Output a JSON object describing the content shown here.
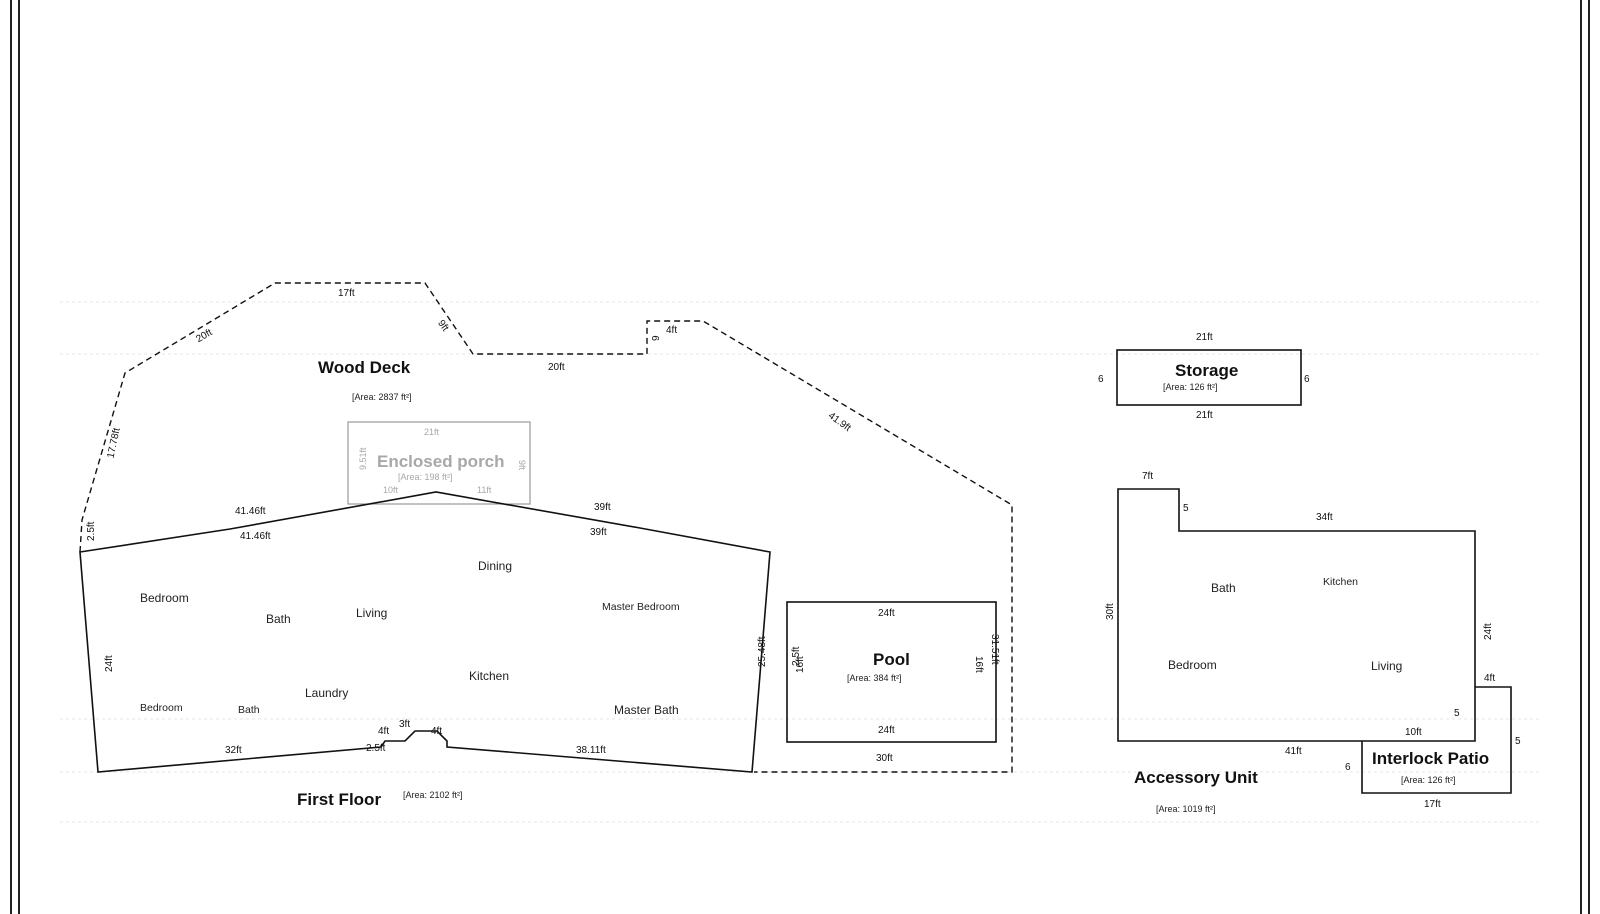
{
  "first_floor": {
    "title": "First Floor",
    "area": "[Area: 2102 ft²]",
    "rooms": [
      "Bedroom",
      "Bath",
      "Living",
      "Dining",
      "Master Bedroom",
      "Laundry",
      "Kitchen",
      "Bedroom",
      "Bath",
      "Master Bath"
    ],
    "dims": [
      "41.46ft",
      "41.46ft",
      "39ft",
      "39ft",
      "32ft",
      "38.11ft",
      "25.48ft",
      "2.5ft",
      "3ft",
      "24ft",
      "4ft",
      "4ft",
      "2.5ft",
      "2.5ft"
    ]
  },
  "wood_deck": {
    "title": "Wood Deck",
    "area": "[Area: 2837 ft²]",
    "dims": [
      "17ft",
      "20ft",
      "9ft",
      "20ft",
      "9",
      "4ft",
      "41.9ft",
      "17.78ft",
      "31.51ft",
      "30ft"
    ]
  },
  "enclosed_porch": {
    "title": "Enclosed porch",
    "area": "[Area: 198 ft²]",
    "dims": [
      "21ft",
      "10ft",
      "11ft",
      "9.51ft",
      "9ft"
    ]
  },
  "pool": {
    "title": "Pool",
    "area": "[Area: 384 ft²]",
    "dims": [
      "24ft",
      "24ft",
      "16ft",
      "16ft"
    ]
  },
  "storage": {
    "title": "Storage",
    "area": "[Area: 126 ft²]",
    "dims": [
      "21ft",
      "21ft",
      "6",
      "6"
    ]
  },
  "accessory_unit": {
    "title": "Accessory Unit",
    "area": "[Area: 1019 ft²]",
    "rooms": [
      "Bath",
      "Kitchen",
      "Bedroom",
      "Living"
    ],
    "dims": [
      "7ft",
      "5",
      "34ft",
      "30ft",
      "24ft",
      "41ft",
      "10ft",
      "5"
    ]
  },
  "interlock_patio": {
    "title": "Interlock Patio",
    "area": "[Area: 126 ft²]",
    "dims": [
      "4ft",
      "5",
      "17ft",
      "6"
    ]
  }
}
